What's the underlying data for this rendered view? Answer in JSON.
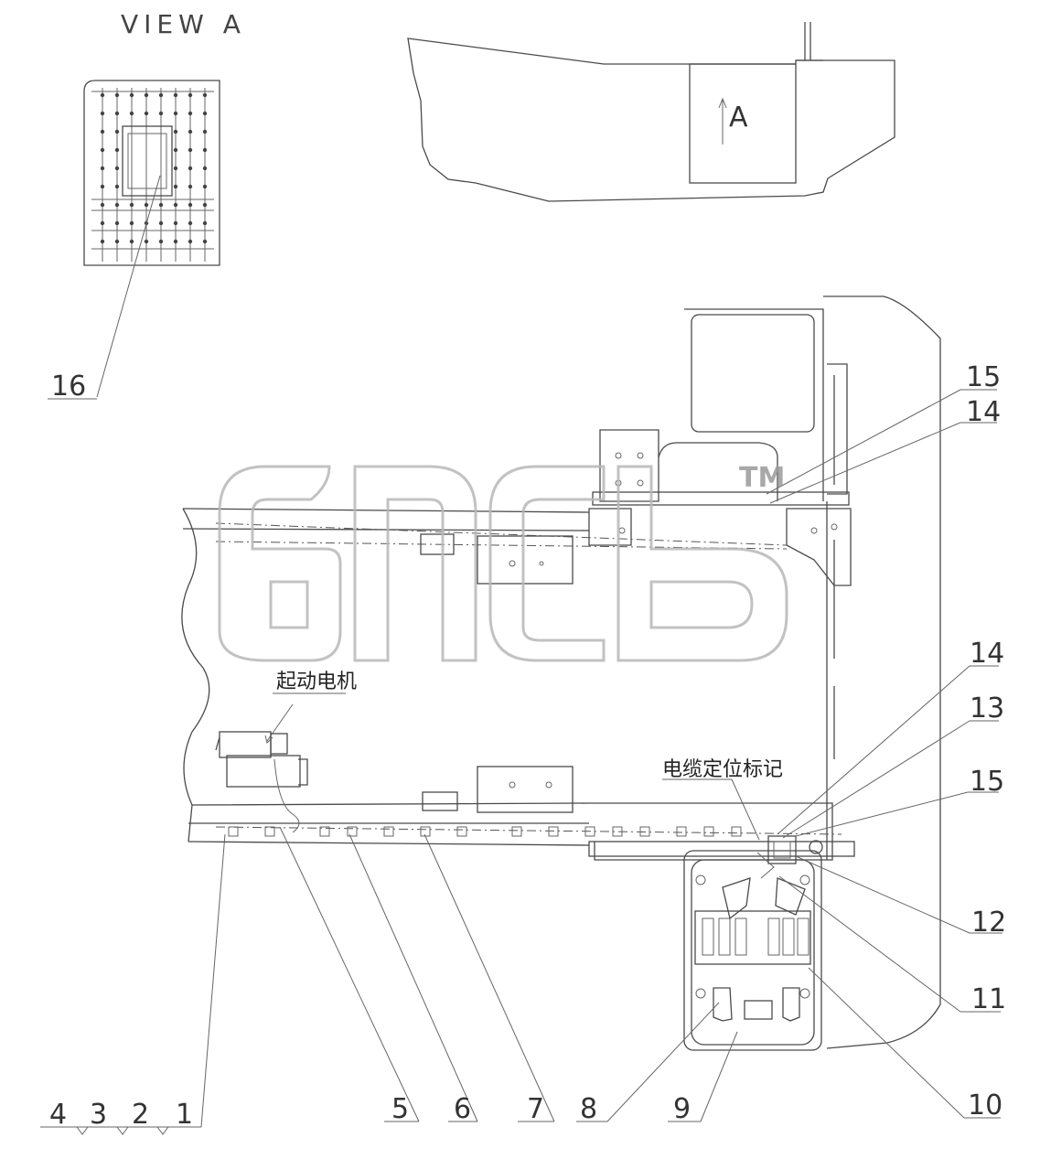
{
  "view_title": "VIEW A",
  "view_marker": "A",
  "chinese_labels": {
    "starter_motor": "起动电机",
    "cable_position_mark": "电缆定位标记"
  },
  "part_numbers": {
    "p1": "1",
    "p2": "2",
    "p3": "3",
    "p4": "4",
    "p5": "5",
    "p6": "6",
    "p7": "7",
    "p8": "8",
    "p9": "9",
    "p10": "10",
    "p11": "11",
    "p12": "12",
    "p13": "13",
    "p14_lower": "14",
    "p14_upper": "14",
    "p15_lower": "15",
    "p15_upper": "15",
    "p16": "16"
  },
  "watermark": {
    "text": "TM"
  },
  "colors": {
    "line": "#4a4a4a",
    "watermark": "#b8b8b8"
  }
}
